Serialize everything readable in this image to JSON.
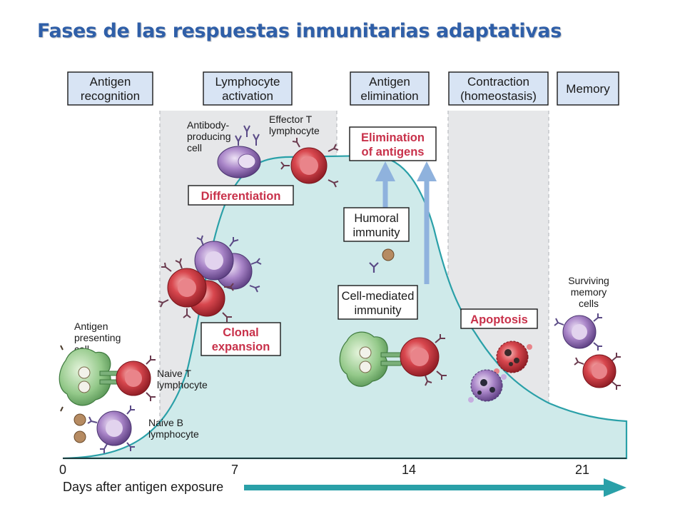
{
  "title": "Fases de las respuestas inmunitarias adaptativas",
  "colors": {
    "title": "#2f5fa8",
    "phase_box_fill": "#d8e4f4",
    "shaded_band": "#e6e7e9",
    "curve_fill": "#cfeaea",
    "curve_stroke": "#2aa0a8",
    "red_label": "#c8314a",
    "arrow": "#2aa0a8"
  },
  "phases": [
    {
      "line1": "Antigen",
      "line2": "recognition"
    },
    {
      "line1": "Lymphocyte",
      "line2": "activation"
    },
    {
      "line1": "Antigen",
      "line2": "elimination"
    },
    {
      "line1": "Contraction",
      "line2": "(homeostasis)"
    },
    {
      "line1": "Memory",
      "line2": ""
    }
  ],
  "process_boxes": {
    "differentiation": "Differentiation",
    "clonal_expansion": {
      "line1": "Clonal",
      "line2": "expansion"
    },
    "elimination": {
      "line1": "Elimination",
      "line2": "of antigens"
    },
    "humoral": {
      "line1": "Humoral",
      "line2": "immunity"
    },
    "cell_mediated": {
      "line1": "Cell-mediated",
      "line2": "immunity"
    },
    "apoptosis": "Apoptosis"
  },
  "cell_labels": {
    "antibody_producing": [
      "Antibody-",
      "producing",
      "cell"
    ],
    "effector_t": [
      "Effector T",
      "lymphocyte"
    ],
    "antigen_presenting": [
      "Antigen",
      "presenting",
      "cell"
    ],
    "naive_t": [
      "Naive T",
      "lymphocyte"
    ],
    "naive_b": [
      "Naive B",
      "lymphocyte"
    ],
    "memory": [
      "Surviving",
      "memory",
      "cells"
    ]
  },
  "axis": {
    "ticks": [
      "0",
      "7",
      "14",
      "21"
    ],
    "xlabel": "Days after antigen exposure"
  },
  "icons": [
    "antigen-presenting-cell-icon",
    "t-cell-icon",
    "b-cell-icon",
    "antigen-icon",
    "apoptotic-cell-icon",
    "up-arrow-icon",
    "right-arrow-icon"
  ]
}
